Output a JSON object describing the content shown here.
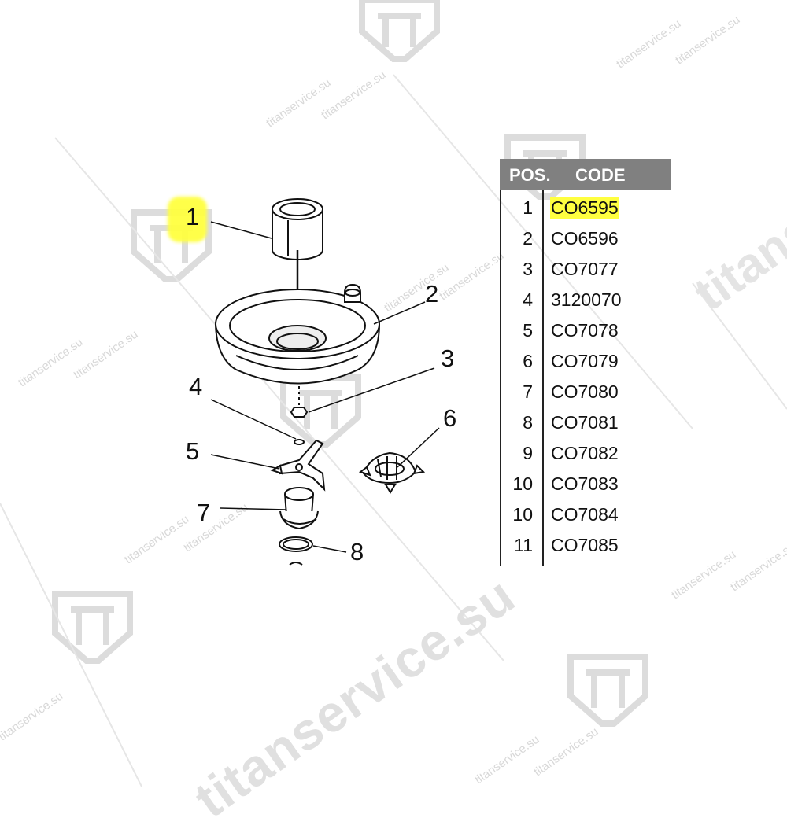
{
  "watermark": {
    "site": "titanservice.su",
    "logo_letters": "TT"
  },
  "table": {
    "header_pos": "POS.",
    "header_code": "CODE",
    "rows": [
      {
        "pos": "1",
        "code": "CO6595",
        "highlighted": true
      },
      {
        "pos": "2",
        "code": "CO6596"
      },
      {
        "pos": "3",
        "code": "CO7077"
      },
      {
        "pos": "4",
        "code": "3120070"
      },
      {
        "pos": "5",
        "code": "CO7078"
      },
      {
        "pos": "6",
        "code": "CO7079"
      },
      {
        "pos": "7",
        "code": "CO7080"
      },
      {
        "pos": "8",
        "code": "CO7081"
      },
      {
        "pos": "9",
        "code": "CO7082"
      },
      {
        "pos": "10",
        "code": "CO7083"
      },
      {
        "pos": "10",
        "code": "CO7084"
      },
      {
        "pos": "11",
        "code": "CO7085"
      }
    ]
  },
  "diagram": {
    "callouts": [
      "1",
      "2",
      "3",
      "4",
      "5",
      "6",
      "7",
      "8"
    ],
    "highlight_color": "#ffff40"
  },
  "colors": {
    "header_bg": "#808080",
    "highlight": "#ffff40"
  }
}
